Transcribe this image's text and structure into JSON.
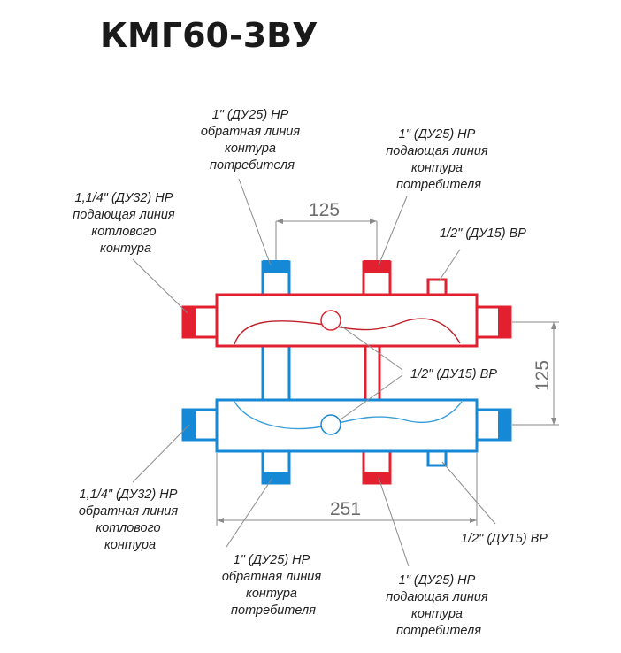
{
  "title": "КМГ60-3ВУ",
  "dimensions": {
    "spacing_horizontal": "125",
    "spacing_vertical": "125",
    "total_length": "251"
  },
  "labels": {
    "top_return_consumer": [
      "1\" (ДУ25) НР",
      "обратная линия",
      "контура",
      "потребителя"
    ],
    "top_supply_consumer": [
      "1\" (ДУ25) НР",
      "подающая линия",
      "контура",
      "потребителя"
    ],
    "boiler_supply": [
      "1,1/4\" (ДУ32) НР",
      "подающая линия",
      "котлового",
      "контура"
    ],
    "top_port_right": [
      "1/2\" (ДУ15) ВР"
    ],
    "center_ports": [
      "1/2\" (ДУ15) ВР"
    ],
    "boiler_return": [
      "1,1/4\" (ДУ32) НР",
      "обратная линия",
      "котлового",
      "контура"
    ],
    "bottom_return_consumer": [
      "1\" (ДУ25) НР",
      "обратная линия",
      "контура",
      "потребителя"
    ],
    "bottom_supply_consumer": [
      "1\" (ДУ25) НР",
      "подающая линия",
      "контура",
      "потребителя"
    ],
    "bottom_port_right": [
      "1/2\" (ДУ15) ВР"
    ]
  },
  "colors": {
    "supply": "#e2202f",
    "return": "#1588d6",
    "flow_supply": "#c0202a",
    "flow_return": "#3a9fd8",
    "dimension": "#8a8a8a"
  }
}
